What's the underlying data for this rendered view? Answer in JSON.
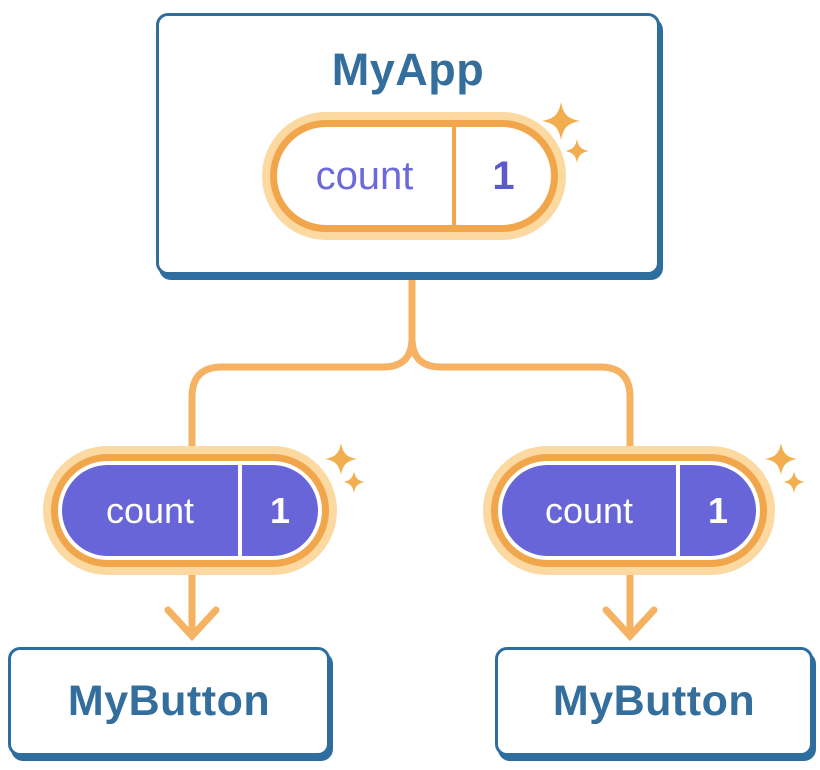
{
  "tree": {
    "root": {
      "title": "MyApp",
      "state": {
        "name": "count",
        "value": "1"
      }
    },
    "branches": [
      {
        "title": "MyButton",
        "prop": {
          "name": "count",
          "value": "1"
        }
      },
      {
        "title": "MyButton",
        "prop": {
          "name": "count",
          "value": "1"
        }
      }
    ]
  },
  "icons": {
    "sparkle": "✦ four-point star"
  },
  "colors": {
    "card_border_blue": "#2e6e9e",
    "title_text_blue": "#336e9d",
    "line_orange": "#f5b263",
    "ring_orange": "#f1a64b",
    "halo_orange": "#fbd9a1",
    "sparkle_orange": "#f2ad4e",
    "pill_purple": "#6765d7",
    "state_text_purple": "#6c69da",
    "state_value_purple": "#5b58d0",
    "background": "#ffffff"
  }
}
